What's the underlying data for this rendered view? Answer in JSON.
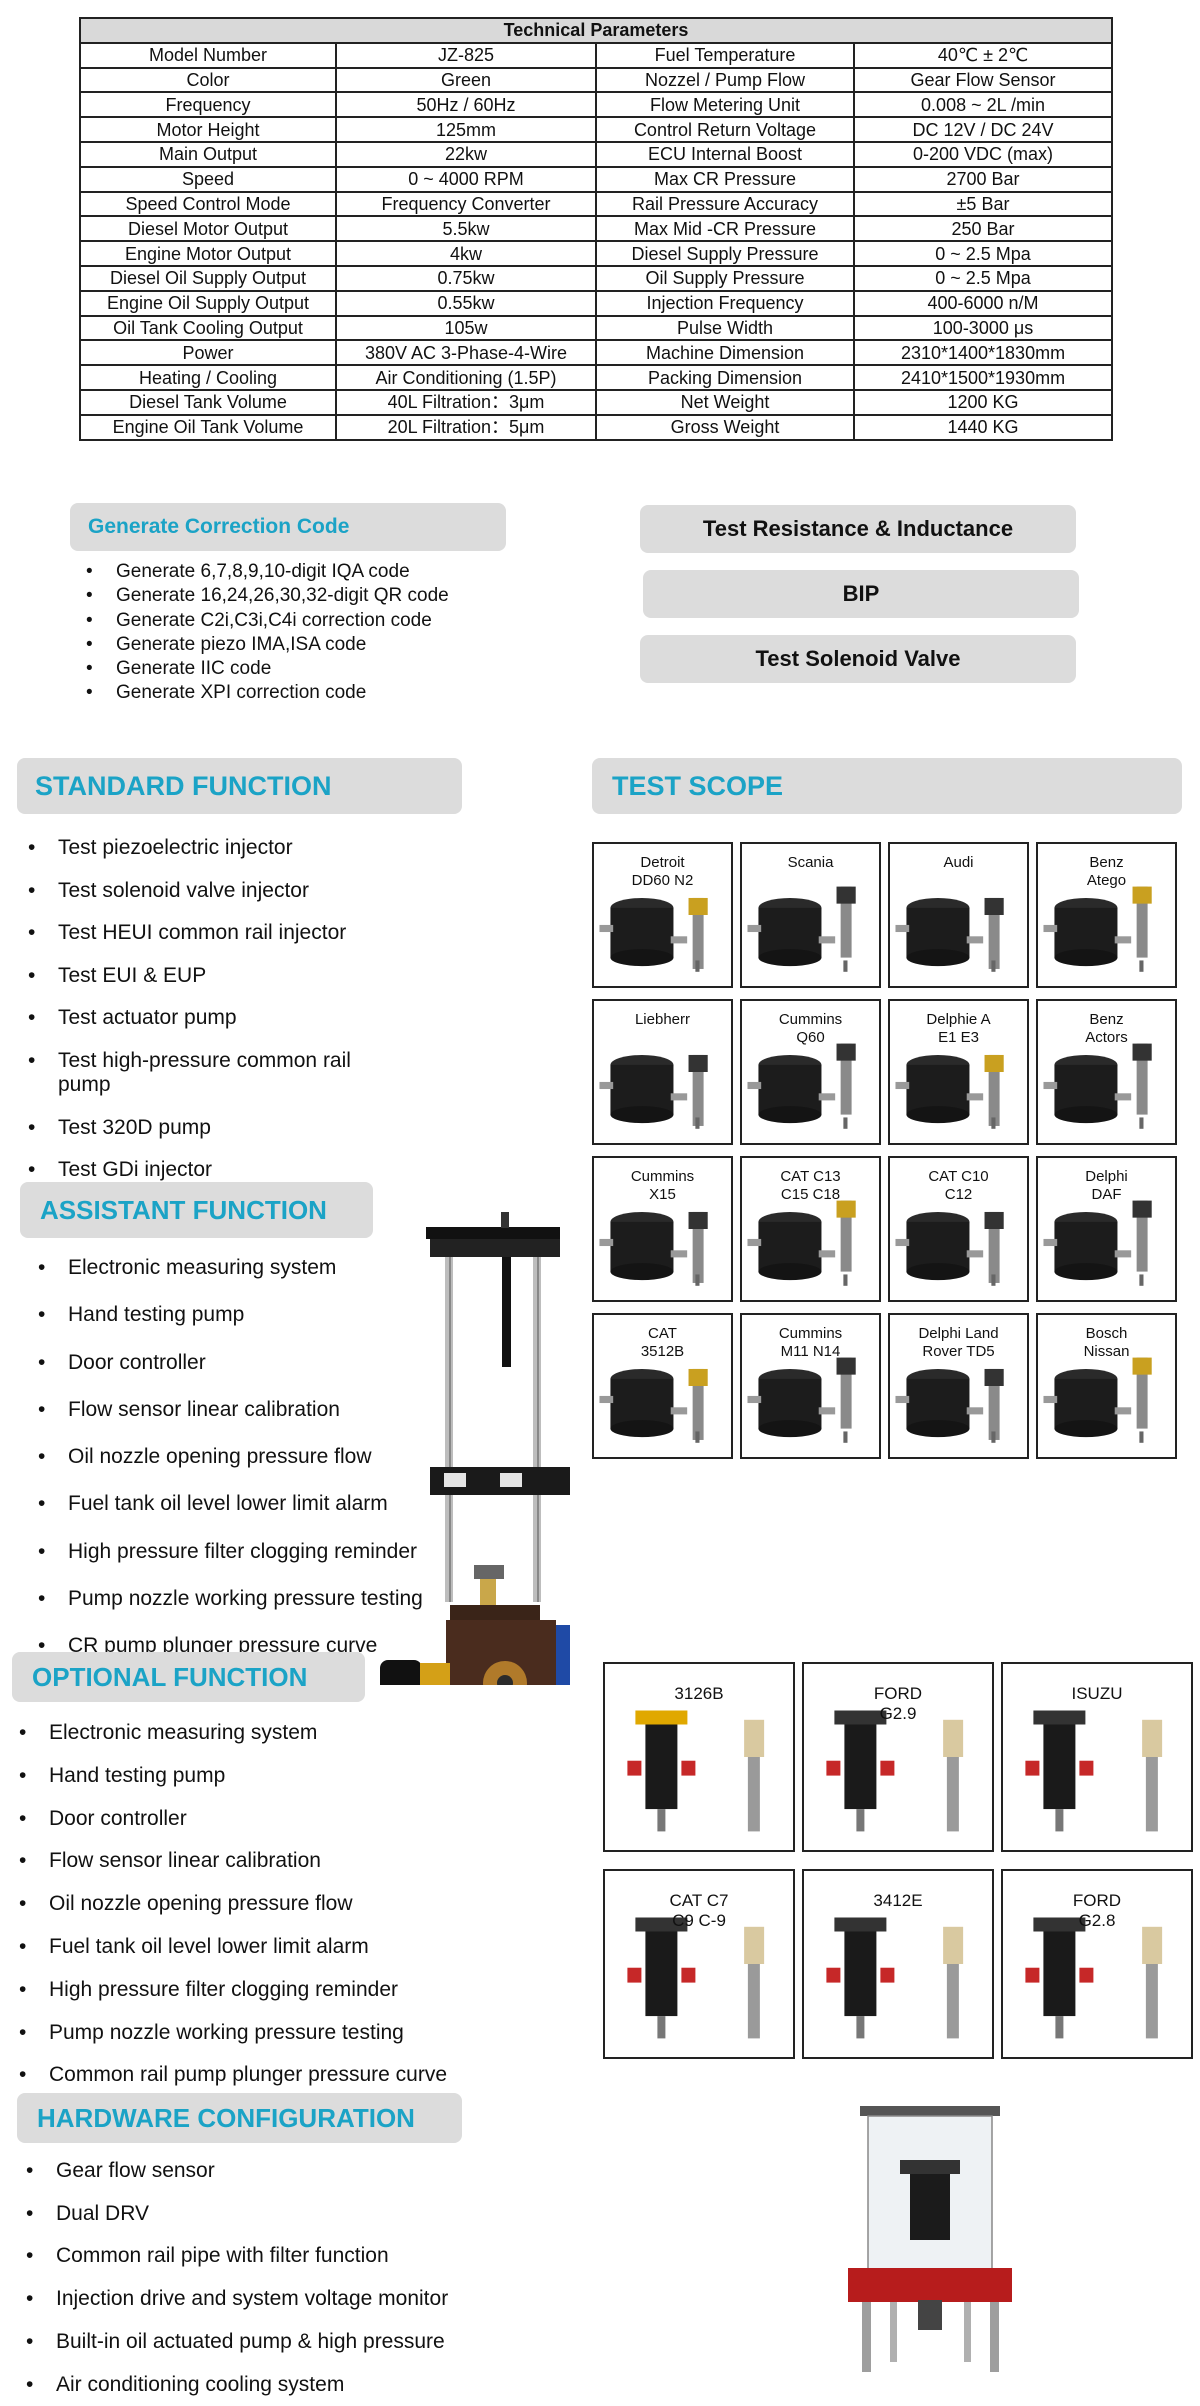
{
  "spec_table": {
    "title": "Technical Parameters",
    "rows": [
      [
        "Model Number",
        "JZ-825",
        "Fuel Temperature",
        "40℃ ± 2℃"
      ],
      [
        "Color",
        "Green",
        "Nozzel / Pump Flow",
        "Gear Flow Sensor"
      ],
      [
        "Frequency",
        "50Hz / 60Hz",
        "Flow Metering Unit",
        "0.008 ~ 2L /min"
      ],
      [
        "Motor Height",
        "125mm",
        "Control Return Voltage",
        "DC 12V  /  DC 24V"
      ],
      [
        "Main Output",
        "22kw",
        "ECU Internal Boost",
        "0-200 VDC (max)"
      ],
      [
        "Speed",
        "0 ~ 4000 RPM",
        "Max CR Pressure",
        "2700 Bar"
      ],
      [
        "Speed Control Mode",
        "Frequency Converter",
        "Rail Pressure Accuracy",
        "±5 Bar"
      ],
      [
        "Diesel Motor Output",
        "5.5kw",
        "Max Mid -CR Pressure",
        "250 Bar"
      ],
      [
        "Engine Motor Output",
        "4kw",
        "Diesel  Supply Pressure",
        "0 ~ 2.5 Mpa"
      ],
      [
        "Diesel Oil Supply Output",
        "0.75kw",
        "Oil Supply Pressure",
        "0 ~ 2.5 Mpa"
      ],
      [
        "Engine Oil Supply Output",
        "0.55kw",
        "Injection Frequency",
        "400-6000 n/M"
      ],
      [
        "Oil Tank Cooling Output",
        "105w",
        "Pulse Width",
        "100-3000 μs"
      ],
      [
        "Power",
        "380V AC  3-Phase-4-Wire",
        "Machine Dimension",
        "2310*1400*1830mm"
      ],
      [
        "Heating / Cooling",
        "Air Conditioning (1.5P)",
        "Packing Dimension",
        "2410*1500*1930mm"
      ],
      [
        "Diesel Tank Volume",
        "40L Filtration：3μm",
        "Net Weight",
        "1200 KG"
      ],
      [
        "Engine Oil Tank Volume",
        "20L Filtration：5μm",
        "Gross Weight",
        "1440 KG"
      ]
    ]
  },
  "correction": {
    "title": "Generate Correction Code",
    "items": [
      "Generate 6,7,8,9,10-digit IQA code",
      "Generate 16,24,26,30,32-digit QR code",
      "Generate C2i,C3i,C4i correction code",
      "Generate piezo IMA,ISA code",
      "Generate IIC code",
      "Generate XPI correction code"
    ]
  },
  "test_buttons": [
    "Test Resistance  & Inductance",
    "BIP",
    "Test Solenoid Valve"
  ],
  "standard": {
    "title": "STANDARD FUNCTION",
    "items": [
      "Test piezoelectric injector",
      "Test solenoid valve injector",
      "Test HEUI common rail injector",
      "Test EUI & EUP",
      "Test actuator pump",
      "Test high-pressure common rail\npump",
      "Test 320D pump",
      "Test GDi injector"
    ]
  },
  "assistant": {
    "title": "ASSISTANT  FUNCTION",
    "items": [
      "Electronic measuring system",
      "Hand testing pump",
      "Door controller",
      "Flow sensor linear calibration",
      "Oil nozzle opening pressure flow",
      "Fuel tank oil level lower limit alarm",
      "High pressure filter clogging reminder",
      "Pump nozzle working pressure testing",
      "CR pump plunger pressure curve"
    ]
  },
  "optional": {
    "title": "OPTIONAL FUNCTION",
    "items": [
      "Electronic measuring system",
      "Hand testing pump",
      "Door controller",
      "Flow sensor linear calibration",
      "Oil nozzle opening pressure flow",
      "Fuel tank oil level lower limit alarm",
      "High pressure filter clogging reminder",
      "Pump nozzle working pressure testing",
      "Common rail pump plunger pressure curve"
    ]
  },
  "hardware": {
    "title": "HARDWARE CONFIGURATION",
    "items": [
      "Gear flow sensor",
      "Dual DRV",
      "Common rail pipe with filter function",
      " Injection drive and system voltage monitor",
      " Built-in oil actuated pump & high pressure",
      "Air conditioning cooling system"
    ]
  },
  "test_scope": {
    "title": "TEST SCOPE",
    "items": [
      "Detroit\nDD60 N2",
      "Scania",
      "Audi",
      "Benz\nAtego",
      "Liebherr",
      "Cummins\nQ60",
      "Delphie A\nE1 E3",
      "Benz\nActors",
      "Cummins\nX15",
      "CAT C13\nC15 C18",
      "CAT C10\nC12",
      "Delphi\nDAF",
      "CAT\n3512B",
      "Cummins\nM11 N14",
      "Delphi Land\nRover TD5",
      "Bosch\nNissan"
    ]
  },
  "heui_adapters": [
    "3126B",
    "FORD\nG2.9",
    "ISUZU",
    "CAT C7\nC9 C-9",
    "3412E",
    "FORD\nG2.8"
  ],
  "colors": {
    "accent": "#1ba3c6",
    "pill": "#dcdcdc"
  }
}
